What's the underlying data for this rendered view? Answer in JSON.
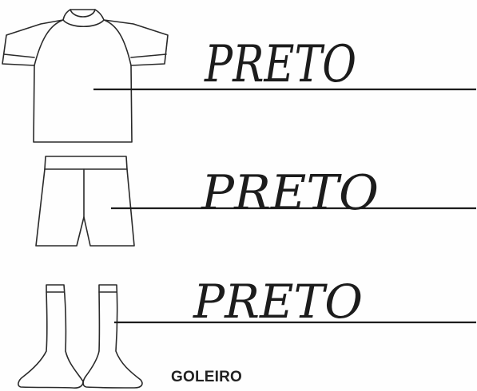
{
  "items": [
    {
      "garment": "shirt",
      "color_value": "PRETO"
    },
    {
      "garment": "shorts",
      "color_value": "PRETO"
    },
    {
      "garment": "socks",
      "color_value": "PRETO"
    }
  ],
  "footer_label": "GOLEIRO",
  "colors": {
    "ink": "#1c1c1c",
    "paper": "#fefefe"
  }
}
